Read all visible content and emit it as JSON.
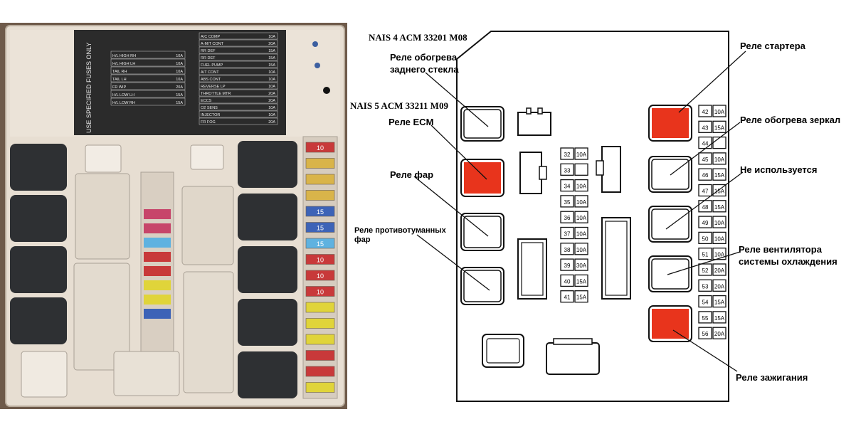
{
  "photo": {
    "sticker_warning": "USE SPECIFIED FUSES ONLY",
    "sticker_rows_left": [
      {
        "name": "H/L HIGH RH",
        "amp": "10A"
      },
      {
        "name": "H/L HIGH LH",
        "amp": "10A"
      },
      {
        "name": "TAIL RH",
        "amp": "10A"
      },
      {
        "name": "TAIL LH",
        "amp": "10A"
      },
      {
        "name": "FR WIP",
        "amp": "20A"
      },
      {
        "name": "H/L LOW LH",
        "amp": "15A"
      },
      {
        "name": "H/L LOW RH",
        "amp": "15A"
      }
    ],
    "sticker_rows_right": [
      {
        "name": "A/C COMP",
        "amp": "10A"
      },
      {
        "name": "A-M/T CONT",
        "amp": "20A"
      },
      {
        "name": "RR DEF",
        "amp": "15A"
      },
      {
        "name": "RR DEF",
        "amp": "15A"
      },
      {
        "name": "FUEL PUMP",
        "amp": "15A"
      },
      {
        "name": "A/T CONT",
        "amp": "10A"
      },
      {
        "name": "ABS CONT",
        "amp": "10A"
      },
      {
        "name": "REVERSE LP",
        "amp": "10A"
      },
      {
        "name": "THROTTLE MTR",
        "amp": "20A"
      },
      {
        "name": "ECCS",
        "amp": "20A"
      },
      {
        "name": "O2 SENS",
        "amp": "10A"
      },
      {
        "name": "INJECTOR",
        "amp": "10A"
      },
      {
        "name": "FR FOG",
        "amp": "20A"
      }
    ],
    "right_strip_fuses": [
      "10",
      "",
      "",
      "",
      "15",
      "15",
      "15",
      "10",
      "10",
      "10",
      "",
      "",
      "",
      "",
      "",
      ""
    ],
    "colors": {
      "case": "#e6ddd0",
      "relay": "#2e3033",
      "sticker": "#2b2b2b"
    }
  },
  "diagram": {
    "title_1": "NAIS 4 ACM 33201 M08",
    "title_2": "NAIS 5 ACM 33211 M09",
    "labels": {
      "rear_window": [
        "Реле обогрева",
        "заднего стекла"
      ],
      "ecm": "Реле ECM",
      "headlights": "Реле фар",
      "fog": [
        "Реле противотуманных",
        "фар"
      ],
      "starter": "Реле стартера",
      "mirror": "Реле обогрева зеркал",
      "unused": "Не используется",
      "fan": [
        "Реле вентилятора",
        "системы охлаждения"
      ],
      "ignition": "Реле зажигания"
    },
    "center_fuses": [
      {
        "n": "32",
        "a": "10A"
      },
      {
        "n": "33",
        "a": ""
      },
      {
        "n": "34",
        "a": "10A"
      },
      {
        "n": "35",
        "a": "10A"
      },
      {
        "n": "36",
        "a": "10A"
      },
      {
        "n": "37",
        "a": "10A"
      },
      {
        "n": "38",
        "a": "10A"
      },
      {
        "n": "39",
        "a": "30A"
      },
      {
        "n": "40",
        "a": "15A"
      },
      {
        "n": "41",
        "a": "15A"
      }
    ],
    "right_fuses": [
      {
        "n": "42",
        "a": "10A"
      },
      {
        "n": "43",
        "a": "15A"
      },
      {
        "n": "44",
        "a": ""
      },
      {
        "n": "45",
        "a": "10A"
      },
      {
        "n": "46",
        "a": "15A"
      },
      {
        "n": "47",
        "a": "15A"
      },
      {
        "n": "48",
        "a": "15A"
      },
      {
        "n": "49",
        "a": "10A"
      },
      {
        "n": "50",
        "a": "10A"
      },
      {
        "n": "51",
        "a": "10A"
      },
      {
        "n": "52",
        "a": "20A"
      },
      {
        "n": "53",
        "a": "20A"
      },
      {
        "n": "54",
        "a": "15A"
      },
      {
        "n": "55",
        "a": "15A"
      },
      {
        "n": "56",
        "a": "20A"
      }
    ],
    "colors": {
      "highlight": "#e8341c",
      "line": "#111111"
    }
  }
}
